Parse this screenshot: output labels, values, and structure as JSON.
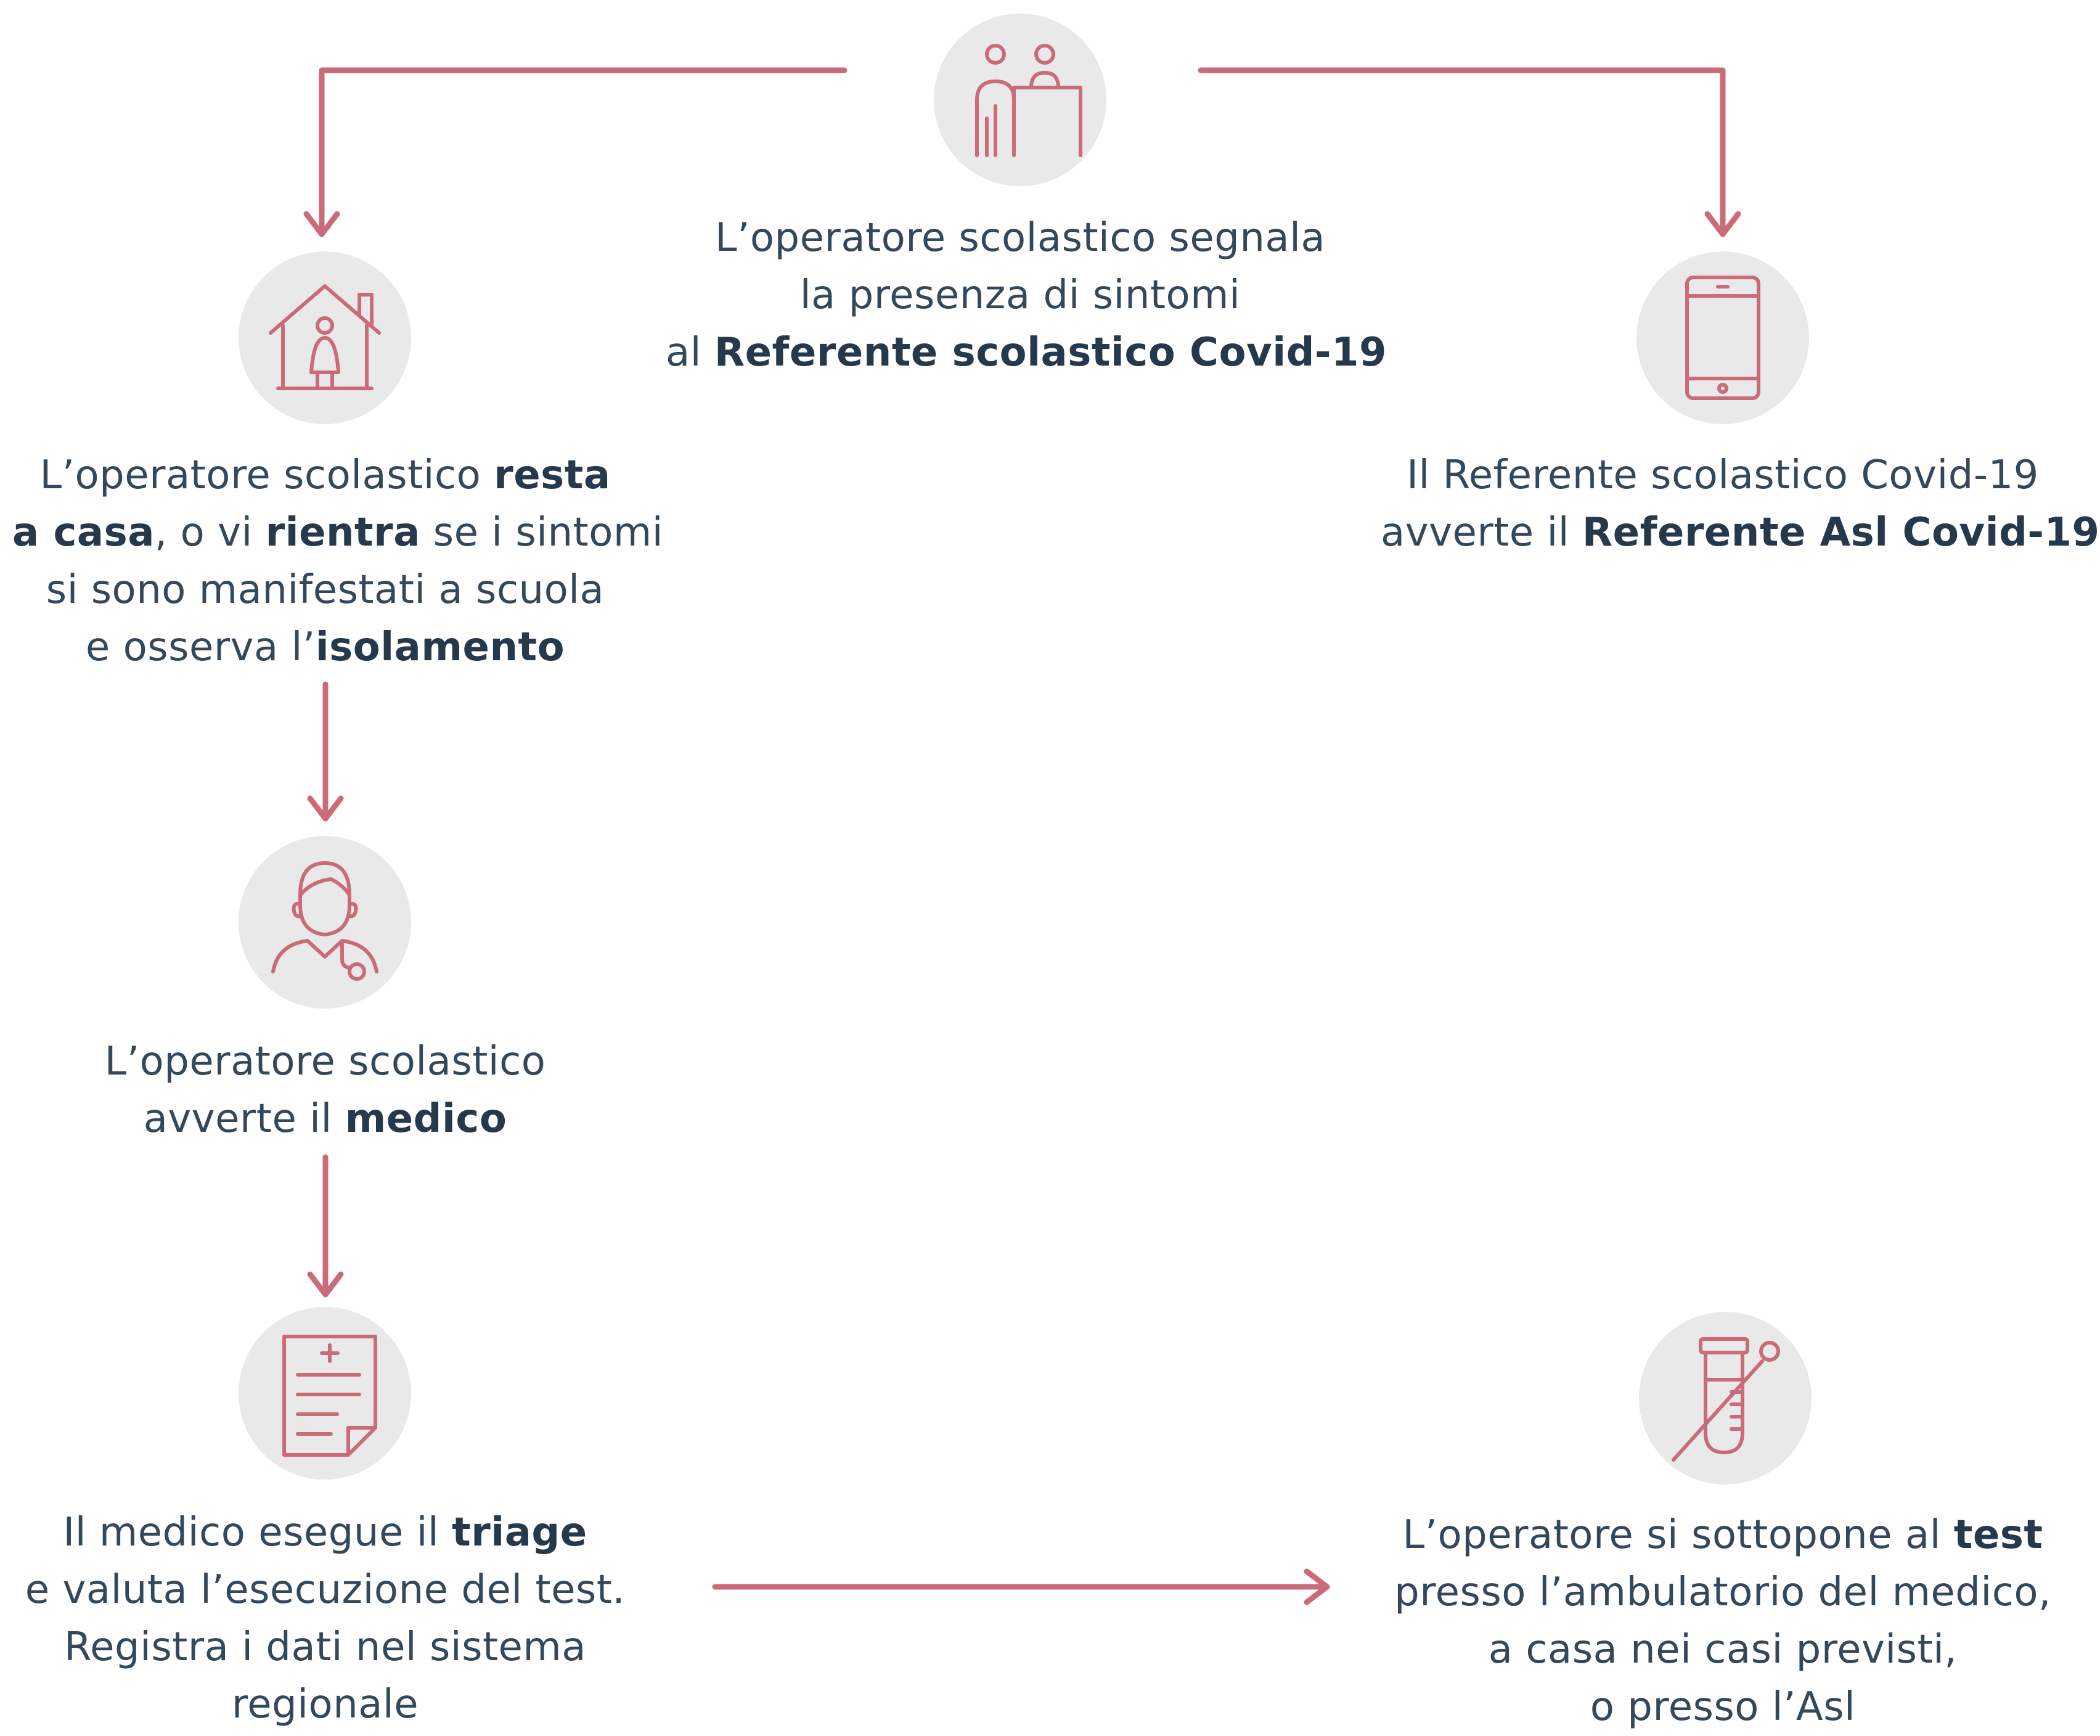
{
  "colors": {
    "accent": "#c96b78",
    "circle": "#e9e9e9",
    "text": "#34485c"
  },
  "nodes": [
    {
      "id": "report",
      "icon": "reception-desk-icon",
      "lines": [
        [
          {
            "t": "L’operatore scolastico segnala",
            "b": false
          }
        ],
        [
          {
            "t": "la presenza di sintomi",
            "b": false
          }
        ],
        [
          {
            "t": "al ",
            "b": false
          },
          {
            "t": "Referente scolastico Covid-19",
            "b": true
          }
        ]
      ]
    },
    {
      "id": "home",
      "icon": "home-isolation-icon",
      "lines": [
        [
          {
            "t": "L’operatore scolastico ",
            "b": false
          },
          {
            "t": "resta",
            "b": true
          }
        ],
        [
          {
            "t": "a casa",
            "b": true
          },
          {
            "t": ", o vi ",
            "b": false
          },
          {
            "t": "rientra",
            "b": true
          },
          {
            "t": " se i sintomi",
            "b": false
          }
        ],
        [
          {
            "t": "si sono manifestati a scuola",
            "b": false
          }
        ],
        [
          {
            "t": "e osserva l’",
            "b": false
          },
          {
            "t": "isolamento",
            "b": true
          }
        ]
      ]
    },
    {
      "id": "asl",
      "icon": "tablet-icon",
      "lines": [
        [
          {
            "t": "Il Referente scolastico Covid-19",
            "b": false
          }
        ],
        [
          {
            "t": "avverte il ",
            "b": false
          },
          {
            "t": "Referente Asl Covid-19",
            "b": true
          }
        ]
      ]
    },
    {
      "id": "doctor",
      "icon": "doctor-stethoscope-icon",
      "lines": [
        [
          {
            "t": "L’operatore scolastico",
            "b": false
          }
        ],
        [
          {
            "t": "avverte il ",
            "b": false
          },
          {
            "t": "medico",
            "b": true
          }
        ]
      ]
    },
    {
      "id": "triage",
      "icon": "medical-report-icon",
      "lines": [
        [
          {
            "t": "Il medico esegue il ",
            "b": false
          },
          {
            "t": "triage",
            "b": true
          }
        ],
        [
          {
            "t": "e valuta l’esecuzione del test.",
            "b": false
          }
        ],
        [
          {
            "t": "Registra i dati nel sistema",
            "b": false
          }
        ],
        [
          {
            "t": "regionale",
            "b": false
          }
        ]
      ]
    },
    {
      "id": "test",
      "icon": "test-tube-swab-icon",
      "lines": [
        [
          {
            "t": "L’operatore si sottopone al ",
            "b": false
          },
          {
            "t": "test",
            "b": true
          }
        ],
        [
          {
            "t": "presso l’ambulatorio del medico,",
            "b": false
          }
        ],
        [
          {
            "t": "a casa nei casi previsti,",
            "b": false
          }
        ],
        [
          {
            "t": "o presso l’Asl",
            "b": false
          }
        ]
      ]
    }
  ],
  "edges": [
    {
      "from": "report",
      "to": "home"
    },
    {
      "from": "report",
      "to": "asl"
    },
    {
      "from": "home",
      "to": "doctor"
    },
    {
      "from": "doctor",
      "to": "triage"
    },
    {
      "from": "triage",
      "to": "test"
    }
  ]
}
